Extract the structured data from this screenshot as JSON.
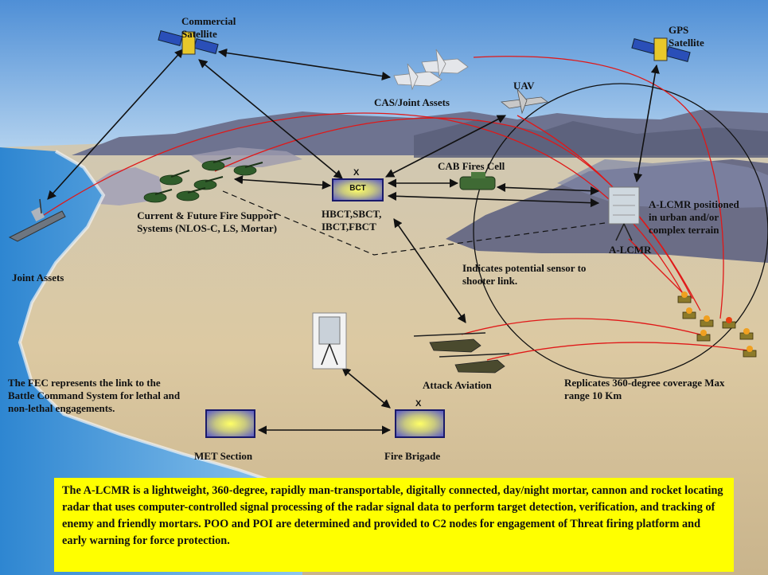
{
  "labels": {
    "commercial_satellite": "Commercial Satellite",
    "gps_satellite": "GPS Satellite",
    "cas_joint_assets": "CAS/Joint Assets",
    "uav": "UAV",
    "cab_fires_cell": "CAB Fires Cell",
    "bct_x": "X",
    "bct": "BCT",
    "bct_types": "HBCT,SBCT, IBCT,FBCT",
    "fire_support": "Current  & Future Fire Support Systems (NLOS-C, LS, Mortar)",
    "joint_assets": "Joint Assets",
    "alcmr_positioned": "A-LCMR positioned in urban and/or complex terrain",
    "alcmr": "A-LCMR",
    "sensor_link": "Indicates potential sensor to shooter link.",
    "attack_aviation": "Attack Aviation",
    "coverage": "Replicates 360-degree coverage Max range 10 Km",
    "fec_note": "The FEC represents the link to the Battle Command System for lethal and non-lethal engagements.",
    "met_section": "MET Section",
    "fire_brigade_x": "X",
    "fire_brigade": "Fire Brigade"
  },
  "footer": {
    "text": "The A-LCMR is a lightweight, 360-degree, rapidly man-transportable, digitally connected, day/night mortar, cannon and rocket locating radar that uses computer-controlled signal processing of the radar signal data to perform target detection, verification, and tracking of enemy and friendly mortars. POO and POI are determined and provided to C2 nodes for engagement of Threat firing platform and early warning for force protection."
  },
  "colors": {
    "footer_bg": "#ffff00",
    "sky": "#7fb2e6",
    "desert": "#d9c7a0",
    "water": "#3c93d6",
    "mountains": "#6d6f86",
    "link_red": "#e01818",
    "arrow_black": "#111111"
  }
}
